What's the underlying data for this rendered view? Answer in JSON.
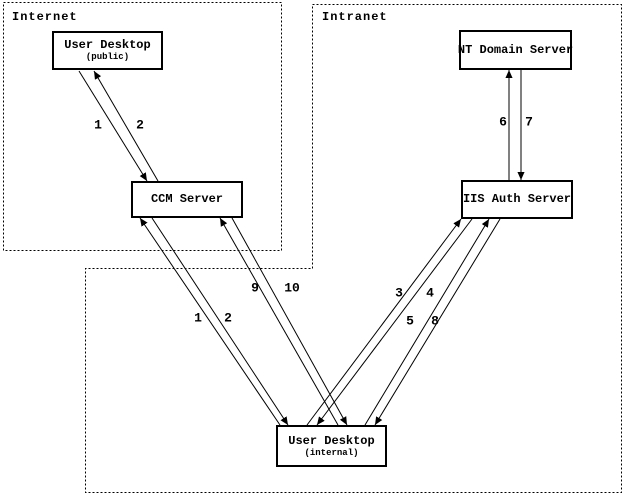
{
  "diagram": {
    "zones": {
      "internet": {
        "label": "Internet"
      },
      "intranet": {
        "label": "Intranet"
      }
    },
    "nodes": {
      "user_desktop_public": {
        "title": "User Desktop",
        "subtitle": "(public)"
      },
      "ccm_server": {
        "title": "CCM Server"
      },
      "nt_domain_server": {
        "title": "NT Domain Server"
      },
      "iis_auth_server": {
        "title": "IIS Auth Server"
      },
      "user_desktop_internal": {
        "title": "User Desktop",
        "subtitle": "(internal)"
      }
    },
    "edge_labels": {
      "e1a": "1",
      "e2a": "2",
      "e1b": "1",
      "e2b": "2",
      "e9": "9",
      "e10": "10",
      "e3": "3",
      "e4": "4",
      "e5": "5",
      "e8": "8",
      "e6": "6",
      "e7": "7"
    },
    "colors": {
      "line": "#000000",
      "background": "#ffffff"
    }
  }
}
